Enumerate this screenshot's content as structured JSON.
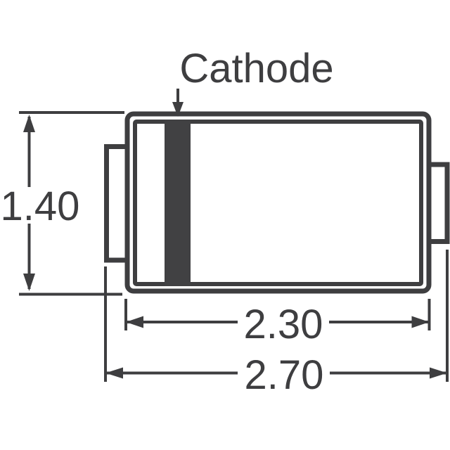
{
  "drawing": {
    "cathode_label": "Cathode",
    "dimensions": {
      "height": "1.40",
      "body_width": "2.30",
      "overall_width": "2.70"
    },
    "colors": {
      "ink": "#3e3e40",
      "band": "#414143",
      "background": "#ffffff"
    }
  }
}
